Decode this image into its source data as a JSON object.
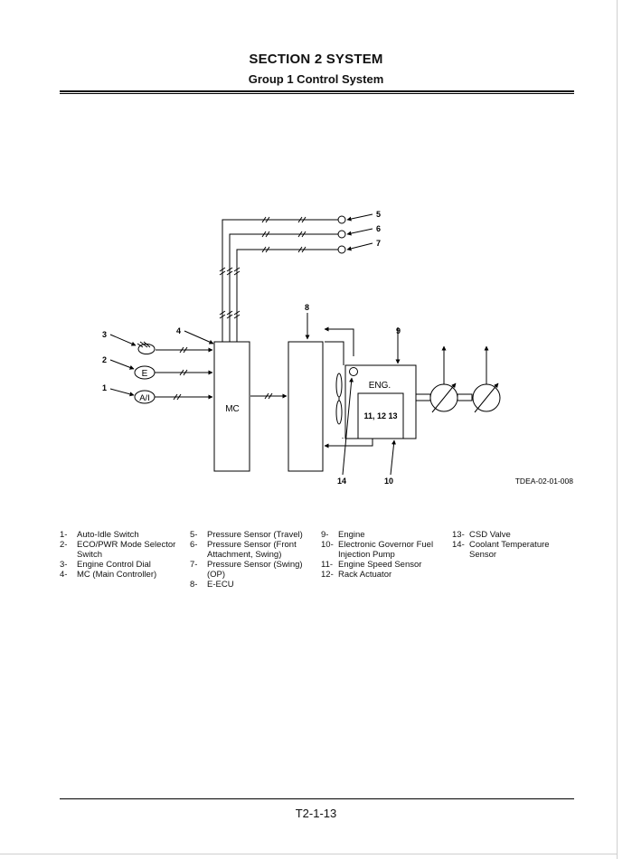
{
  "header": {
    "section_title": "SECTION 2 SYSTEM",
    "group_title": "Group 1 Control System"
  },
  "diagram": {
    "callouts": {
      "c1": "1",
      "c2": "2",
      "c3": "3",
      "c4": "4",
      "c5": "5",
      "c6": "6",
      "c7": "7",
      "c8": "8",
      "c9": "9",
      "c10": "10",
      "c14": "14"
    },
    "switch_e_label": "E",
    "switch_ai_label": "A/I",
    "mc_label": "MC",
    "eng_label": "ENG.",
    "eng_inner_label": "11, 12 13",
    "figure_code": "TDEA-02-01-008"
  },
  "legend": {
    "col1": [
      {
        "num": "1-",
        "text": "Auto-Idle Switch"
      },
      {
        "num": "2-",
        "text": "ECO/PWR Mode Selector Switch"
      },
      {
        "num": "3-",
        "text": "Engine Control Dial"
      },
      {
        "num": "4-",
        "text": "MC (Main Controller)"
      }
    ],
    "col2": [
      {
        "num": "5-",
        "text": "Pressure Sensor (Travel)"
      },
      {
        "num": "6-",
        "text": "Pressure Sensor (Front Attachment, Swing)"
      },
      {
        "num": "7-",
        "text": "Pressure Sensor (Swing) (OP)"
      },
      {
        "num": "8-",
        "text": "E-ECU"
      }
    ],
    "col3": [
      {
        "num": "9-",
        "text": "Engine"
      },
      {
        "num": "10-",
        "text": "Electronic Governor Fuel Injection Pump"
      },
      {
        "num": "11-",
        "text": "Engine Speed Sensor"
      },
      {
        "num": "12-",
        "text": "Rack Actuator"
      }
    ],
    "col4": [
      {
        "num": "13-",
        "text": "CSD Valve"
      },
      {
        "num": "14-",
        "text": "Coolant Temperature Sensor"
      }
    ]
  },
  "footer": {
    "page_number": "T2-1-13"
  }
}
